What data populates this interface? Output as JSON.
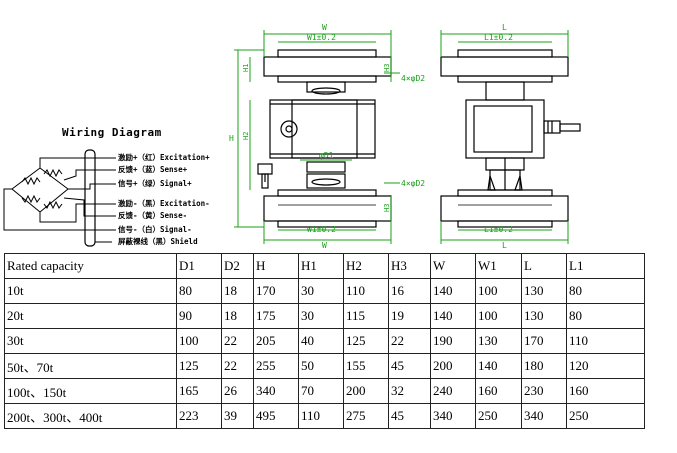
{
  "wiring": {
    "title": "Wiring   Diagram",
    "labels": [
      "激励+（红）Excitation+",
      "反馈+（蓝）Sense+",
      "信号+（绿）Signal+",
      "激励-（黑）Excitation-",
      "反馈-（黄）Sense-",
      "信号-（白）Signal-",
      "屏蔽裸线（黑）Shield"
    ]
  },
  "dims": {
    "w1": "W1±0.2",
    "w": "W",
    "l": "L",
    "l1": "L1±0.2",
    "h": "H",
    "h1": "H1",
    "h2": "H2",
    "h3": "H3",
    "d1": "φD1",
    "d2": "4×φD2"
  },
  "table": {
    "headers": [
      "Rated capacity",
      "D1",
      "D2",
      "H",
      "H1",
      "H2",
      "H3",
      "W",
      "W1",
      "L",
      "L1"
    ],
    "rows": [
      [
        "10t",
        "80",
        "18",
        "170",
        "30",
        "110",
        "16",
        "140",
        "100",
        "130",
        "80"
      ],
      [
        "20t",
        "90",
        "18",
        "175",
        "30",
        "115",
        "19",
        "140",
        "100",
        "130",
        "80"
      ],
      [
        "30t",
        "100",
        "22",
        "205",
        "40",
        "125",
        "22",
        "190",
        "130",
        "170",
        "110"
      ],
      [
        "50t、70t",
        "125",
        "22",
        "255",
        "50",
        "155",
        "45",
        "200",
        "140",
        "180",
        "120"
      ],
      [
        "100t、150t",
        "165",
        "26",
        "340",
        "70",
        "200",
        "32",
        "240",
        "160",
        "230",
        "160"
      ],
      [
        "200t、300t、400t",
        "223",
        "39",
        "495",
        "110",
        "275",
        "45",
        "340",
        "250",
        "340",
        "250"
      ]
    ]
  }
}
